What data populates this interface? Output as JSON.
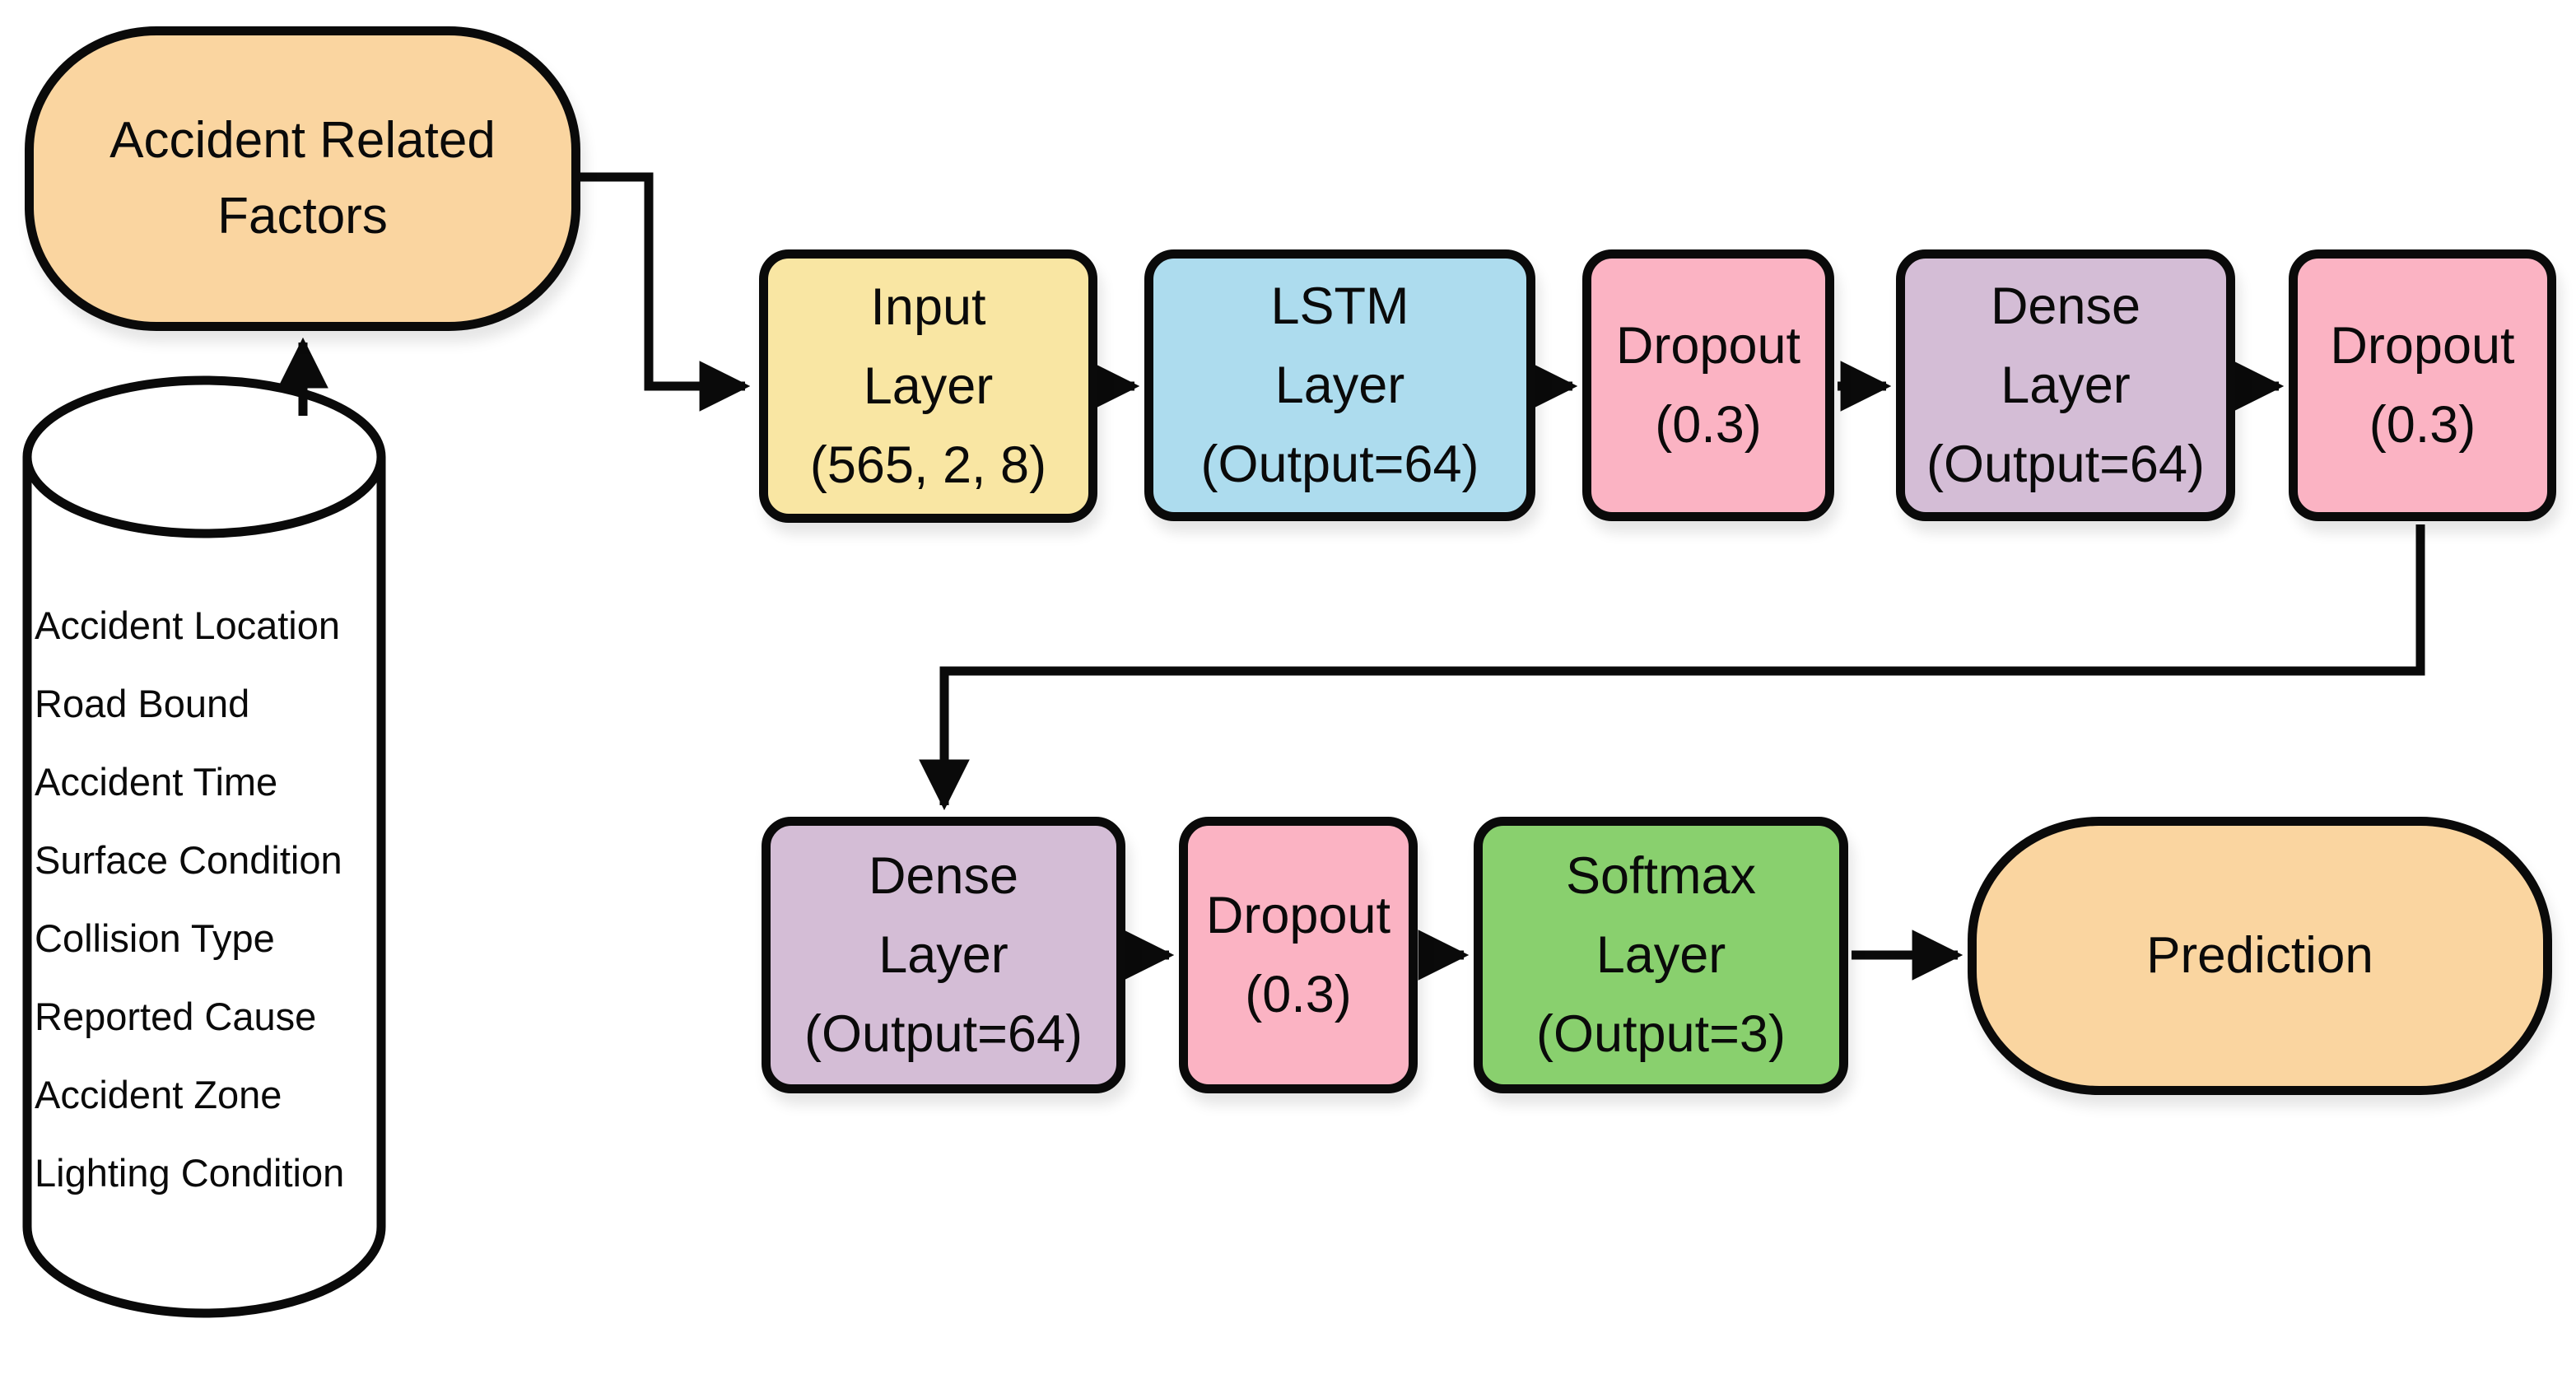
{
  "source": {
    "label": "Accident Related\nFactors",
    "fill": "#FAD5A0"
  },
  "database": {
    "items": [
      "Accident Location",
      "Road Bound",
      "Accident Time",
      "Surface Condition",
      "Collision Type",
      "Reported Cause",
      "Accident Zone",
      "Lighting Condition"
    ],
    "fill": "#FFFFFF"
  },
  "nodes": {
    "input": {
      "label": "Input\nLayer\n(565, 2, 8)",
      "fill": "#F9E6A3"
    },
    "lstm": {
      "label": "LSTM\nLayer\n(Output=64)",
      "fill": "#ADDCEE"
    },
    "dropout1": {
      "label": "Dropout\n(0.3)",
      "fill": "#FBB3C3"
    },
    "dense1": {
      "label": "Dense\nLayer\n(Output=64)",
      "fill": "#D4BDD6"
    },
    "dropout2": {
      "label": "Dropout\n(0.3)",
      "fill": "#FBB3C3"
    },
    "dense2": {
      "label": "Dense\nLayer\n(Output=64)",
      "fill": "#D4BDD6"
    },
    "dropout3": {
      "label": "Dropout\n(0.3)",
      "fill": "#FBB3C3"
    },
    "softmax": {
      "label": "Softmax\nLayer\n(Output=3)",
      "fill": "#89D06E"
    },
    "prediction": {
      "label": "Prediction",
      "fill": "#FAD5A0"
    }
  },
  "colors": {
    "border": "#0A0A0A",
    "background": "#FFFFFF",
    "orange": "#FAD5A0",
    "yellow": "#F9E6A3",
    "blue": "#ADDCEE",
    "pink": "#FBB3C3",
    "purple": "#D4BDD6",
    "green": "#89D06E"
  }
}
